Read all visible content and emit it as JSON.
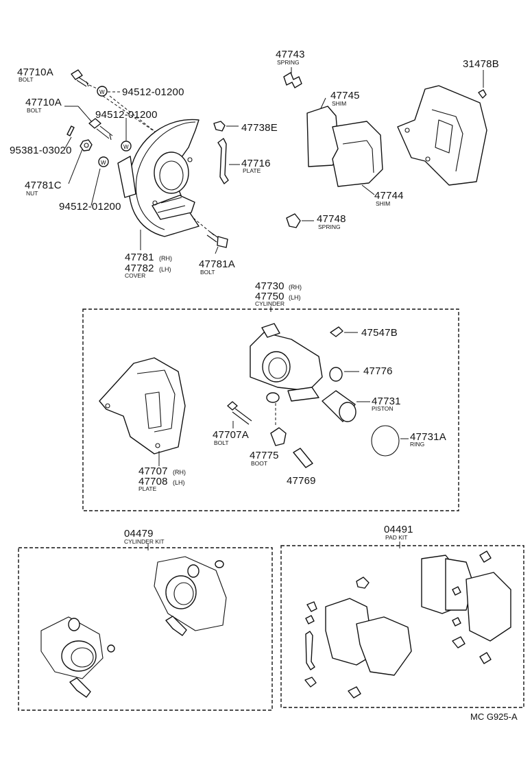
{
  "labels": {
    "p47710A_top": "47710A",
    "bolt1": "BOLT",
    "washer1": "94512-01200",
    "p47710A_mid": "47710A",
    "bolt2": "BOLT",
    "washer2": "94512-01200",
    "pin": "95381-03020",
    "nut_pn": "47781C",
    "nut": "NUT",
    "washer3": "94512-01200",
    "cover_rh": "47781",
    "rh": "(RH)",
    "cover_lh": "47782",
    "lh": "(LH)",
    "cover": "COVER",
    "p47781A": "47781A",
    "bolt3": "BOLT",
    "p47743": "47743",
    "spring1": "SPRING",
    "p47745": "47745",
    "shim1": "SHIM",
    "p47738E": "47738E",
    "p47716": "47716",
    "plate1": "PLATE",
    "p47744": "47744",
    "shim2": "SHIM",
    "p47748": "47748",
    "spring2": "SPRING",
    "p31478B": "31478B",
    "cyl_rh": "47730",
    "cyl_rh_side": "(RH)",
    "cyl_lh": "47750",
    "cyl_lh_side": "(LH)",
    "cylinder": "CYLINDER",
    "p47547B": "47547B",
    "p47776": "47776",
    "p47731": "47731",
    "piston": "PISTON",
    "p47731A": "47731A",
    "ring": "RING",
    "p47707A": "47707A",
    "bolt4": "BOLT",
    "p47775": "47775",
    "boot": "BOOT",
    "p47769": "47769",
    "plate_rh": "47707",
    "plate_rh_side": "(RH)",
    "plate_lh": "47708",
    "plate_lh_side": "(LH)",
    "plate2": "PLATE",
    "kit1_pn": "04479",
    "kit1": "CYLINDER KIT",
    "kit2_pn": "04491",
    "kit2": "PAD KIT",
    "washer_mark": "W",
    "diagram_code": "MC G925-A"
  }
}
